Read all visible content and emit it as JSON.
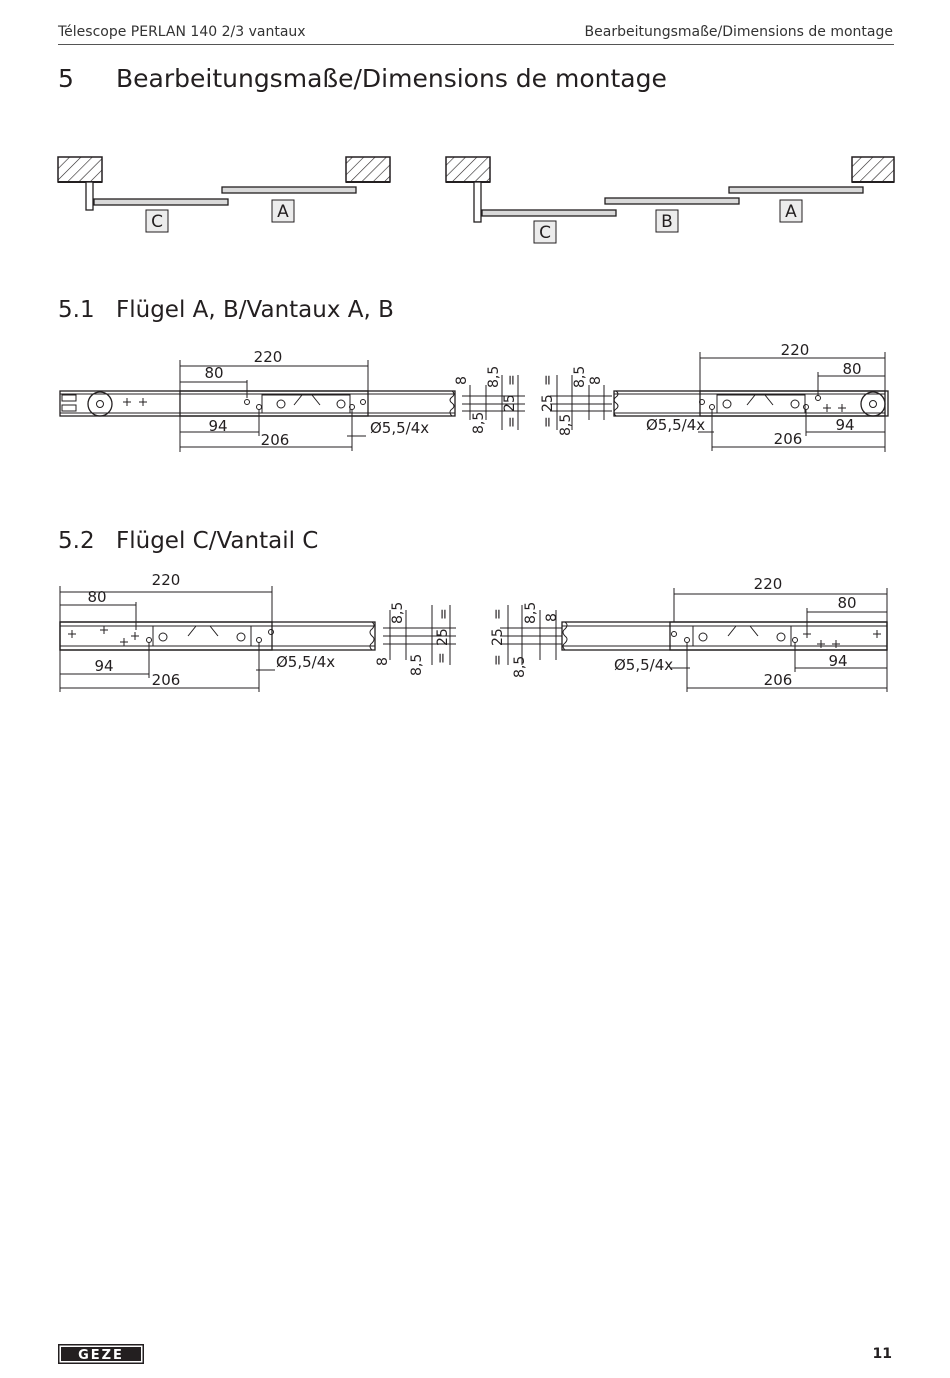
{
  "header": {
    "left": "Télescope PERLAN 140 2/3 vantaux",
    "right": "Bearbeitungsmaße/Dimensions de montage"
  },
  "section5": {
    "number": "5",
    "title": "Bearbeitungsmaße/Dimensions de montage"
  },
  "section5_1": {
    "number": "5.1",
    "title": "Flügel A, B/Vantaux A, B"
  },
  "section5_2": {
    "number": "5.2",
    "title": "Flügel C/Vantail C"
  },
  "overview": {
    "two_leaf": {
      "labels": [
        "C",
        "A"
      ]
    },
    "three_leaf": {
      "labels": [
        "C",
        "B",
        "A"
      ]
    }
  },
  "dims": {
    "d220": "220",
    "d80": "80",
    "d94": "94",
    "d206": "206",
    "d8": "8",
    "d8_5": "8,5",
    "d25": "25",
    "eq": "=",
    "hole": "Ø5,5/4x"
  },
  "footer": {
    "logo": "GEZE",
    "page": "11"
  }
}
